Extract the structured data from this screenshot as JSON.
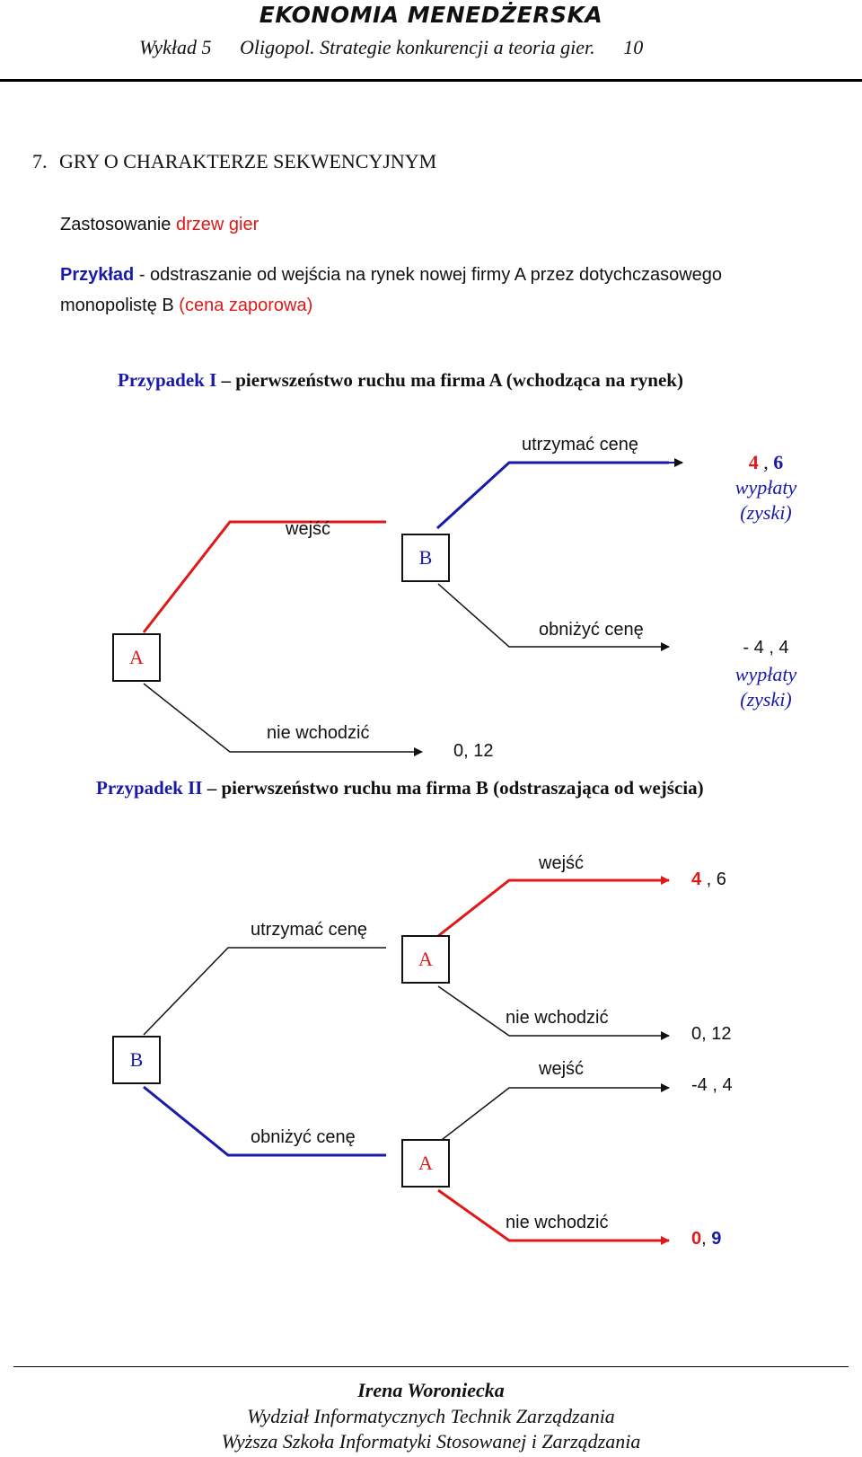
{
  "header": {
    "title": "EKONOMIA  MENEDŻERSKA",
    "lecture": "Wykład 5",
    "topic": "Oligopol. Strategie konkurencji a teoria gier.",
    "page": "10"
  },
  "section": {
    "number": "7.",
    "title": "GRY O CHARAKTERZE SEKWENCYJNYM"
  },
  "intro": {
    "text": "Zastosowanie ",
    "highlight": "drzew gier"
  },
  "example": {
    "label": "Przykład",
    "text": " - odstraszanie od wejścia na rynek nowej firmy A przez dotychczasowego",
    "text2": "monopolistę B ",
    "note": "(cena zaporowa)"
  },
  "case1": {
    "label": "Przypadek I",
    "text": " – pierwszeństwo ruchu ma firma A (wchodząca na rynek)",
    "nodes": {
      "root": "A",
      "mid": "B"
    },
    "edges": {
      "enter": "wejść",
      "stay_out": "nie wchodzić",
      "keep_price": "utrzymać cenę",
      "lower_price": "obniżyć cenę"
    },
    "payoffs": {
      "keep": {
        "a": "4",
        "sep": " , ",
        "b": "6"
      },
      "lower": "- 4 , 4",
      "stay_out": "0, 12",
      "caption1": "wypłaty",
      "caption2": "(zyski)"
    }
  },
  "case2": {
    "label": "Przypadek II",
    "text": " – pierwszeństwo ruchu ma firma B (odstraszająca od wejścia)",
    "nodes": {
      "root": "B",
      "upper": "A",
      "lower": "A"
    },
    "edges": {
      "keep_price": "utrzymać cenę",
      "lower_price": "obniżyć cenę",
      "upper_enter": "wejść",
      "upper_stay_out": "nie wchodzić",
      "lower_enter": "wejść",
      "lower_stay_out": "nie wchodzić"
    },
    "payoffs": {
      "upper_enter": {
        "a": "4",
        "sep": " , 6"
      },
      "upper_stay_out": "0, 12",
      "lower_enter": "-4 , 4",
      "lower_stay_out": {
        "a": "0",
        "sep": ", ",
        "b": "9"
      }
    }
  },
  "footer": {
    "author": "Irena Woroniecka",
    "line1": "Wydział Informatycznych Technik Zarządzania",
    "line2": "Wyższa Szkoła Informatyki Stosowanej i Zarządzania"
  },
  "colors": {
    "red": "#e01818",
    "blue": "#1a1aa8",
    "black": "#111111"
  }
}
